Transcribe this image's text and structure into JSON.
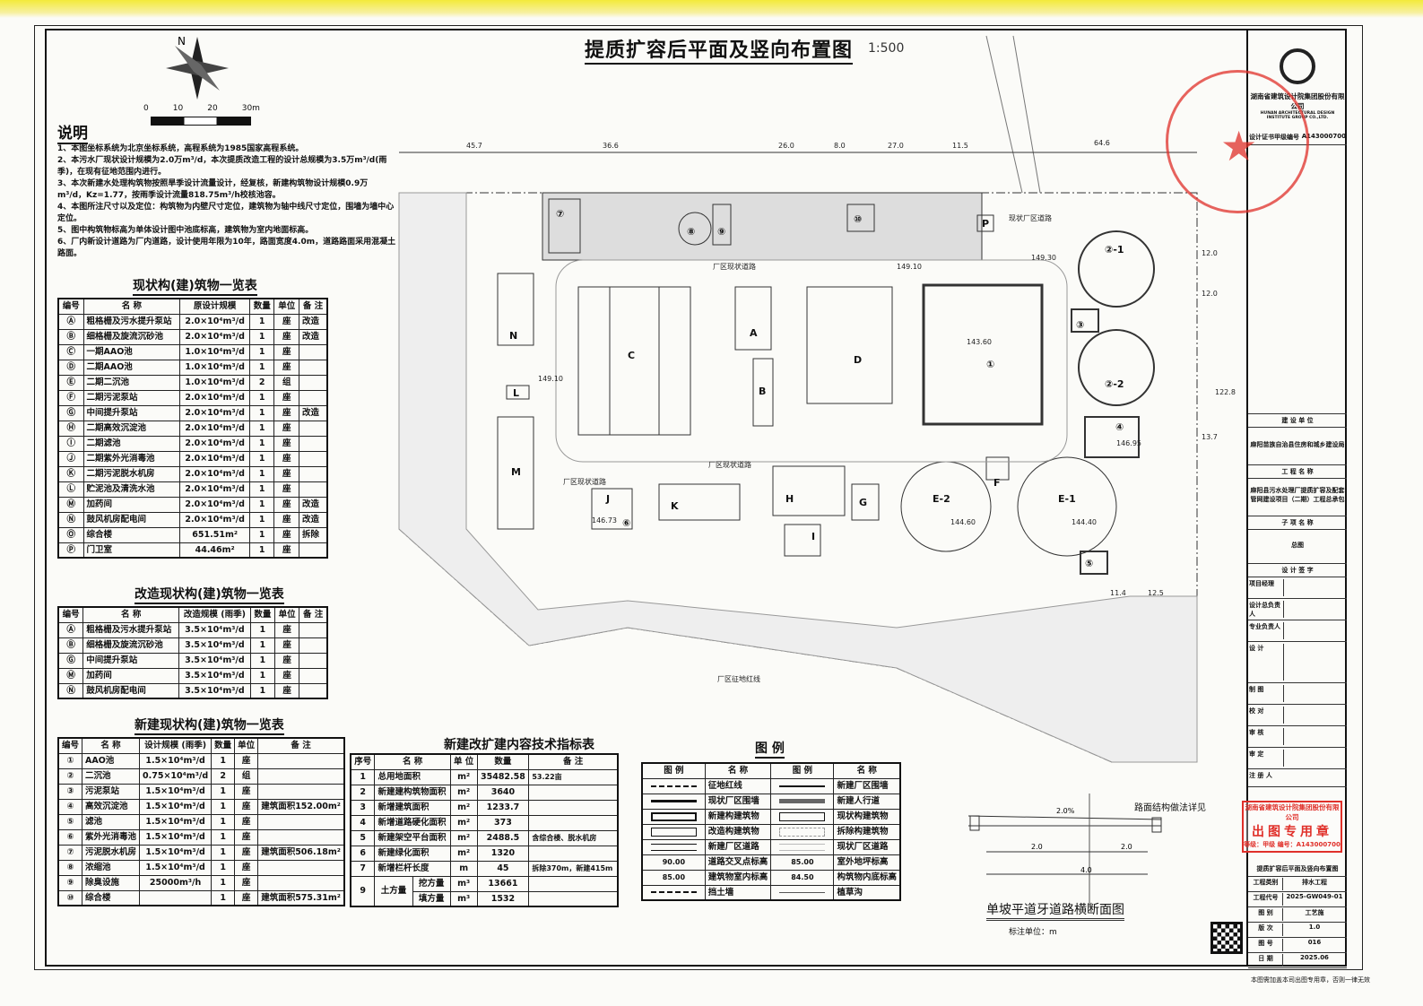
{
  "title": "提质扩容后平面及竖向布置图",
  "scale": "1:500",
  "compass": {
    "north": "N"
  },
  "scale_bar": {
    "ticks": [
      "0",
      "10",
      "20",
      "30m"
    ]
  },
  "notes": {
    "heading": "说明",
    "items": [
      "1、本图坐标系统为北京坐标系统，高程系统为1985国家高程系统。",
      "2、本污水厂现状设计规模为2.0万m³/d，本次提质改造工程的设计总规模为3.5万m³/d(雨季)，在现有征地范围内进行。",
      "3、本次新建水处理构筑物按照旱季设计流量设计，经复核，新建构筑物设计规模0.9万m³/d，Kz=1.77，按雨季设计流量818.75m³/h校核池容。",
      "4、本图所注尺寸以及定位：构筑物为内壁尺寸定位，建筑物为轴中线尺寸定位，围墙为墙中心定位。",
      "5、图中构筑物标高为单体设计图中池底标高，建筑物为室内地面标高。",
      "6、厂内新设计道路为厂内道路，设计使用年限为10年，路面宽度4.0m，道路路面采用混凝土路面。"
    ]
  },
  "existing_table": {
    "title": "现状构(建)筑物一览表",
    "headers": [
      "编号",
      "名 称",
      "原设计规模",
      "数量",
      "单位",
      "备 注"
    ],
    "rows": [
      [
        "Ⓐ",
        "粗格栅及污水提升泵站",
        "2.0×10⁴m³/d",
        "1",
        "座",
        "改造"
      ],
      [
        "Ⓑ",
        "细格栅及旋流沉砂池",
        "2.0×10⁴m³/d",
        "1",
        "座",
        "改造"
      ],
      [
        "Ⓒ",
        "一期AAO池",
        "1.0×10⁴m³/d",
        "1",
        "座",
        ""
      ],
      [
        "Ⓓ",
        "二期AAO池",
        "1.0×10⁴m³/d",
        "1",
        "座",
        ""
      ],
      [
        "Ⓔ",
        "二期二沉池",
        "1.0×10⁴m³/d",
        "2",
        "组",
        ""
      ],
      [
        "Ⓕ",
        "二期污泥泵站",
        "2.0×10⁴m³/d",
        "1",
        "座",
        ""
      ],
      [
        "Ⓖ",
        "中间提升泵站",
        "2.0×10⁴m³/d",
        "1",
        "座",
        "改造"
      ],
      [
        "Ⓗ",
        "二期高效沉淀池",
        "2.0×10⁴m³/d",
        "1",
        "座",
        ""
      ],
      [
        "Ⓘ",
        "二期滤池",
        "2.0×10⁴m³/d",
        "1",
        "座",
        ""
      ],
      [
        "Ⓙ",
        "二期紫外光消毒池",
        "2.0×10⁴m³/d",
        "1",
        "座",
        ""
      ],
      [
        "Ⓚ",
        "二期污泥脱水机房",
        "2.0×10⁴m³/d",
        "1",
        "座",
        ""
      ],
      [
        "Ⓛ",
        "贮泥池及清洗水池",
        "2.0×10⁴m³/d",
        "1",
        "座",
        ""
      ],
      [
        "Ⓜ",
        "加药间",
        "2.0×10⁴m³/d",
        "1",
        "座",
        "改造"
      ],
      [
        "Ⓝ",
        "鼓风机房配电间",
        "2.0×10⁴m³/d",
        "1",
        "座",
        "改造"
      ],
      [
        "Ⓞ",
        "综合楼",
        "651.51m²",
        "1",
        "座",
        "拆除"
      ],
      [
        "Ⓟ",
        "门卫室",
        "44.46m²",
        "1",
        "座",
        ""
      ]
    ]
  },
  "renovated_table": {
    "title": "改造现状构(建)筑物一览表",
    "headers": [
      "编号",
      "名 称",
      "改造规模 (雨季)",
      "数量",
      "单位",
      "备 注"
    ],
    "rows": [
      [
        "Ⓐ",
        "粗格栅及污水提升泵站",
        "3.5×10⁴m³/d",
        "1",
        "座",
        ""
      ],
      [
        "Ⓑ",
        "细格栅及旋流沉砂池",
        "3.5×10⁴m³/d",
        "1",
        "座",
        ""
      ],
      [
        "Ⓖ",
        "中间提升泵站",
        "3.5×10⁴m³/d",
        "1",
        "座",
        ""
      ],
      [
        "Ⓜ",
        "加药间",
        "3.5×10⁴m³/d",
        "1",
        "座",
        ""
      ],
      [
        "Ⓝ",
        "鼓风机房配电间",
        "3.5×10⁴m³/d",
        "1",
        "座",
        ""
      ]
    ]
  },
  "new_table": {
    "title": "新建现状构(建)筑物一览表",
    "headers": [
      "编号",
      "名 称",
      "设计规模 (雨季)",
      "数量",
      "单位",
      "备 注"
    ],
    "rows": [
      [
        "①",
        "AAO池",
        "1.5×10⁴m³/d",
        "1",
        "座",
        ""
      ],
      [
        "②",
        "二沉池",
        "0.75×10⁴m³/d",
        "2",
        "组",
        ""
      ],
      [
        "③",
        "污泥泵站",
        "1.5×10⁴m³/d",
        "1",
        "座",
        ""
      ],
      [
        "④",
        "高效沉淀池",
        "1.5×10⁴m³/d",
        "1",
        "座",
        "建筑面积152.00m²"
      ],
      [
        "⑤",
        "滤池",
        "1.5×10⁴m³/d",
        "1",
        "座",
        ""
      ],
      [
        "⑥",
        "紫外光消毒池",
        "1.5×10⁴m³/d",
        "1",
        "座",
        ""
      ],
      [
        "⑦",
        "污泥脱水机房",
        "1.5×10⁴m³/d",
        "1",
        "座",
        "建筑面积506.18m²"
      ],
      [
        "⑧",
        "浓缩池",
        "1.5×10⁴m³/d",
        "1",
        "座",
        ""
      ],
      [
        "⑨",
        "除臭设施",
        "25000m³/h",
        "1",
        "座",
        ""
      ],
      [
        "⑩",
        "综合楼",
        "",
        "1",
        "座",
        "建筑面积575.31m²"
      ]
    ]
  },
  "tech_table": {
    "title": "新建改扩建内容技术指标表",
    "headers": [
      "序号",
      "名 称",
      "单 位",
      "数量",
      "备 注"
    ],
    "rows": [
      [
        "1",
        "总用地面积",
        "m²",
        "35482.58",
        "53.22亩"
      ],
      [
        "2",
        "新建建构筑物面积",
        "m²",
        "3640",
        ""
      ],
      [
        "3",
        "新增建筑面积",
        "m²",
        "1233.7",
        ""
      ],
      [
        "4",
        "新增道路硬化面积",
        "m²",
        "373",
        ""
      ],
      [
        "5",
        "新建架空平台面积",
        "m²",
        "2488.5",
        "含综合楼、脱水机房"
      ],
      [
        "6",
        "新建绿化面积",
        "m²",
        "1320",
        ""
      ],
      [
        "7",
        "新增栏杆长度",
        "m",
        "45",
        "拆除370m，新建415m"
      ]
    ],
    "earth": {
      "no": "9",
      "name": "土方量",
      "cut_label": "挖方量",
      "cut_unit": "m³",
      "cut": "13661",
      "fill_label": "填方量",
      "fill_unit": "m³",
      "fill": "1532"
    }
  },
  "legend": {
    "title": "图 例",
    "headers": [
      "图 例",
      "名 称",
      "图 例",
      "名 称"
    ],
    "rows": [
      [
        "征地红线",
        "新建厂区围墙"
      ],
      [
        "现状厂区围墙",
        "新建人行道"
      ],
      [
        "新建构建筑物",
        "现状构建筑物"
      ],
      [
        "改造构建筑物",
        "拆除构建筑物"
      ],
      [
        "新建厂区道路",
        "现状厂区道路"
      ],
      [
        "道路交叉点标高",
        "室外地坪标高"
      ],
      [
        "建筑物室内标高",
        "构筑物内底标高"
      ],
      [
        "挡土墙",
        "植草沟"
      ]
    ],
    "elev": [
      "90.00",
      "85.00",
      "85.00",
      "84.50"
    ]
  },
  "section": {
    "note": "路面结构做法详见",
    "slope": "2.0%",
    "half1": "2.0",
    "half2": "2.0",
    "total": "4.0",
    "title": "单坡平道牙道路横断面图",
    "unit": "标注单位：m"
  },
  "plan": {
    "labels": {
      "C": "C",
      "D": "D",
      "A": "A",
      "B": "B",
      "M": "M",
      "N": "N",
      "L": "L",
      "E1": "E-1",
      "E2": "E-2",
      "F": "F",
      "G": "G",
      "H": "H",
      "I": "I",
      "J": "J",
      "K": "K",
      "P": "P",
      "n1": "①",
      "n2a": "②-1",
      "n2b": "②-2",
      "n3": "③",
      "n4": "④",
      "n5": "⑤",
      "n6": "⑥",
      "n7": "⑦",
      "n8": "⑧",
      "n9": "⑨",
      "n10": "⑩"
    },
    "roads": {
      "r1": "厂区现状道路",
      "r2": "厂区现状道路",
      "r3": "厂区现状道路",
      "r4": "现状厂区道路",
      "red": "厂区征地红线"
    },
    "elevs": [
      "149.10",
      "149.30",
      "143.60",
      "144.60",
      "144.40",
      "146.95",
      "146.73",
      "149.10"
    ],
    "dims": [
      "45.7",
      "36.6",
      "26.0",
      "8.0",
      "27.0",
      "11.5",
      "64.6",
      "12.0",
      "12.0",
      "13.7",
      "122.8",
      "11.4",
      "12.5"
    ]
  },
  "title_block": {
    "company": "湖南省建筑设计院集团股份有限公司",
    "company_en": "HUNAN ARCHITECTURAL DESIGN INSTITUTE GROUP CO.,LTD.",
    "cert_label": "设计证书甲级编号",
    "cert_no": "A143000700",
    "client_label": "建 设 单 位",
    "client": "麻阳苗族自治县住房和城乡建设局",
    "project_label": "工 程 名 称",
    "project": "麻阳县污水处理厂提质扩容及配套管网建设项目（二期）工程总承包",
    "sub_label": "子 项 名 称",
    "sub": "总图",
    "sign_label": "设 计 签 字",
    "roles": [
      "项目经理",
      "设计总负责人",
      "专业负责人",
      "设 计",
      "制 图",
      "校 对",
      "审 核",
      "审 定"
    ],
    "reg_label": "注 册 人",
    "drawing_title": "提质扩容后平面及竖向布置图",
    "meta": [
      [
        "工程类别",
        "排水工程"
      ],
      [
        "工程代号",
        "2025-GW049-01"
      ],
      [
        "图 别",
        "工艺施"
      ],
      [
        "版 次",
        "1.0"
      ],
      [
        "图 号",
        "016"
      ],
      [
        "日 期",
        "2025.06"
      ]
    ],
    "stamp_line1": "湖南省建筑设计院集团股份有限公司",
    "stamp_line2": "出图专用章",
    "stamp_line3": "等级：甲级  编号：A143000700",
    "footer": "本图需加盖本司出图专用章，否则一律无效"
  },
  "colors": {
    "stamp": "#e0302a",
    "line": "#111111"
  }
}
